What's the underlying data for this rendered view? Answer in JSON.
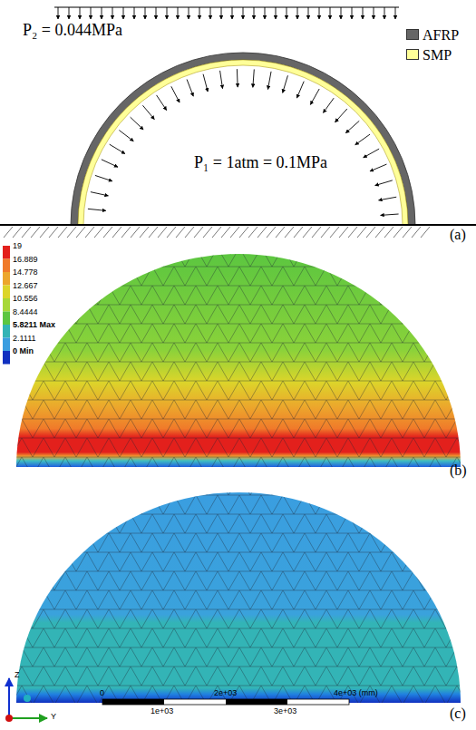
{
  "diagram": {
    "labels": [
      "P₂ = 0.044MPa",
      "P₁ = 1atm = 0.1MPa",
      "(a)",
      "19",
      "16.889",
      "14.778",
      "12.667",
      "10.556",
      "8.4444",
      "5.8211 Max",
      "2.1111",
      "0 Min",
      "(b)",
      "(c)",
      "0",
      "2e+03",
      "4e+03 (mm)",
      "1e+03",
      "3e+03",
      "Z",
      "Y"
    ],
    "legend": [
      {
        "text": "AFRP",
        "color": "#666666"
      },
      {
        "text": "SMP",
        "color": "#ffff99"
      }
    ]
  }
}
